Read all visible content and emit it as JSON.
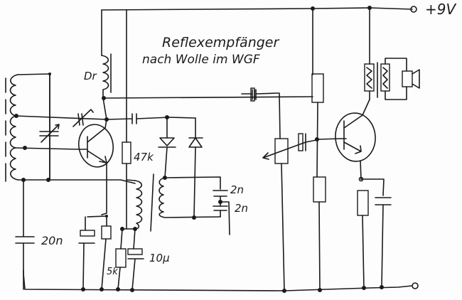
{
  "title": {
    "line1": "Reflexempfänger",
    "line2": "nach Wolle im WGF"
  },
  "supply": {
    "positive_label": "+9V"
  },
  "components": {
    "choke_label": "Dr",
    "r_base_label": "47k",
    "c_ground_label": "20n",
    "r_emitter_label": "5k",
    "c_electrolytic_label": "10µ",
    "c_detector_1_label": "2n",
    "c_detector_2_label": "2n"
  },
  "icons": {
    "transistor": "npn-transistor-icon",
    "speaker": "speaker-icon",
    "potentiometer": "potentiometer-icon",
    "diode": "diode-icon",
    "coil": "inductor-icon",
    "variable_capacitor": "variable-capacitor-icon",
    "transformer": "transformer-icon"
  }
}
